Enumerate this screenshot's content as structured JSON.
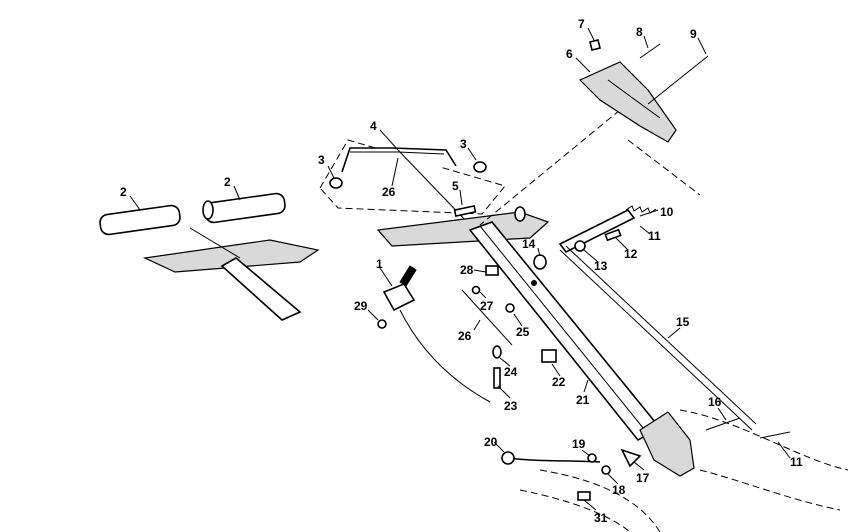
{
  "callouts": [
    {
      "id": "c1",
      "text": "1"
    },
    {
      "id": "c2a",
      "text": "2"
    },
    {
      "id": "c2b",
      "text": "2"
    },
    {
      "id": "c3a",
      "text": "3"
    },
    {
      "id": "c3b",
      "text": "3"
    },
    {
      "id": "c4",
      "text": "4"
    },
    {
      "id": "c5",
      "text": "5"
    },
    {
      "id": "c6",
      "text": "6"
    },
    {
      "id": "c7",
      "text": "7"
    },
    {
      "id": "c8",
      "text": "8"
    },
    {
      "id": "c9",
      "text": "9"
    },
    {
      "id": "c10",
      "text": "10"
    },
    {
      "id": "c11a",
      "text": "11"
    },
    {
      "id": "c11b",
      "text": "11"
    },
    {
      "id": "c12",
      "text": "12"
    },
    {
      "id": "c13",
      "text": "13"
    },
    {
      "id": "c14",
      "text": "14"
    },
    {
      "id": "c15",
      "text": "15"
    },
    {
      "id": "c16",
      "text": "16"
    },
    {
      "id": "c17",
      "text": "17"
    },
    {
      "id": "c18",
      "text": "18"
    },
    {
      "id": "c19",
      "text": "19"
    },
    {
      "id": "c20",
      "text": "20"
    },
    {
      "id": "c21",
      "text": "21"
    },
    {
      "id": "c22",
      "text": "22"
    },
    {
      "id": "c23",
      "text": "23"
    },
    {
      "id": "c24",
      "text": "24"
    },
    {
      "id": "c25",
      "text": "25"
    },
    {
      "id": "c26a",
      "text": "26"
    },
    {
      "id": "c26b",
      "text": "26"
    },
    {
      "id": "c27",
      "text": "27"
    },
    {
      "id": "c28",
      "text": "28"
    },
    {
      "id": "c29",
      "text": "29"
    },
    {
      "id": "c31",
      "text": "31"
    }
  ]
}
